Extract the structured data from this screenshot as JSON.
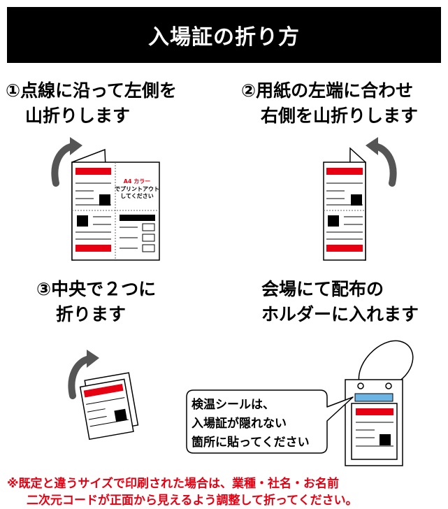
{
  "header": {
    "title": "入場証の折り方"
  },
  "steps": [
    {
      "line1": "①点線に沿って左側を",
      "line2": "山折りします"
    },
    {
      "line1": "②用紙の左端に合わせ",
      "line2": "右側を山折りします"
    },
    {
      "line1": "③中央で２つに",
      "line2": "折ります"
    },
    {
      "line1": "会場にて配布の",
      "line2": "ホルダーに入れます"
    }
  ],
  "sheet": {
    "label": "A4 カラー",
    "sub1": "でプリントアウト",
    "sub2": "してください"
  },
  "callout": {
    "line1": "検温シールは、",
    "line2": "入場証が隠れない",
    "line3": "箇所に貼ってください"
  },
  "note": {
    "line1": "※既定と違うサイズで印刷された場合は、業種・社名・お名前",
    "line2": "二次元コードが正面から見えるよう調整して折ってください。"
  },
  "colors": {
    "accent": "#e60012",
    "header_bg": "#000000",
    "holder_band": "#6cb4e4"
  },
  "icons": [
    "curved-arrow-icon",
    "curved-arrow-icon",
    "curved-arrow-icon"
  ]
}
